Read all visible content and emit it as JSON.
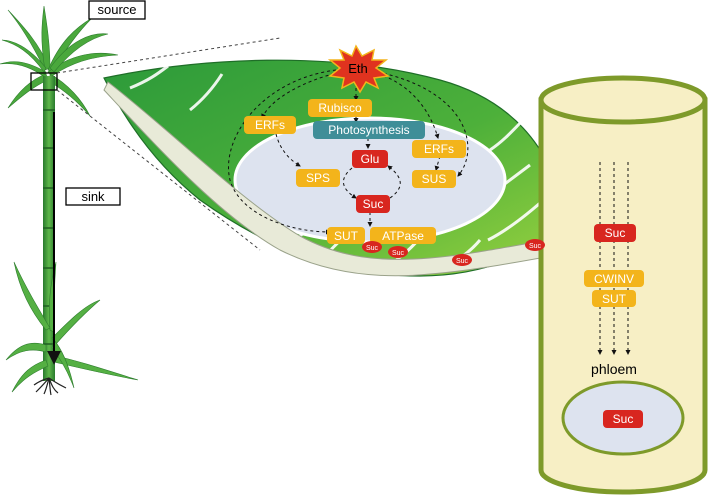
{
  "labels": {
    "source": "source",
    "sink": "sink",
    "eth": "Eth",
    "rubisco": "Rubisco",
    "photosynthesis": "Photosynthesis",
    "erfs_left": "ERFs",
    "erfs_right": "ERFs",
    "glu": "Glu",
    "sps": "SPS",
    "sus": "SUS",
    "suc_center": "Suc",
    "sut_leaf": "SUT",
    "atpase": "ATPase",
    "suc_small_1": "Suc",
    "suc_small_2": "Suc",
    "suc_small_3": "Suc",
    "suc_small_4": "Suc",
    "suc_tube": "Suc",
    "cwinv": "CWINV",
    "sut_tube": "SUT",
    "phloem": "phloem",
    "suc_bottom": "Suc"
  },
  "colors": {
    "leaf_dark": "#2e9a3a",
    "leaf_light": "#8ccf3a",
    "cell": "#dde3ef",
    "tube_fill": "#f7efc5",
    "tube_stroke": "#7e9a2a",
    "yellow_box": "#f3b41b",
    "red_box": "#d8261f",
    "teal_box": "#3f8e98",
    "eth_burst": "#e0331f"
  }
}
